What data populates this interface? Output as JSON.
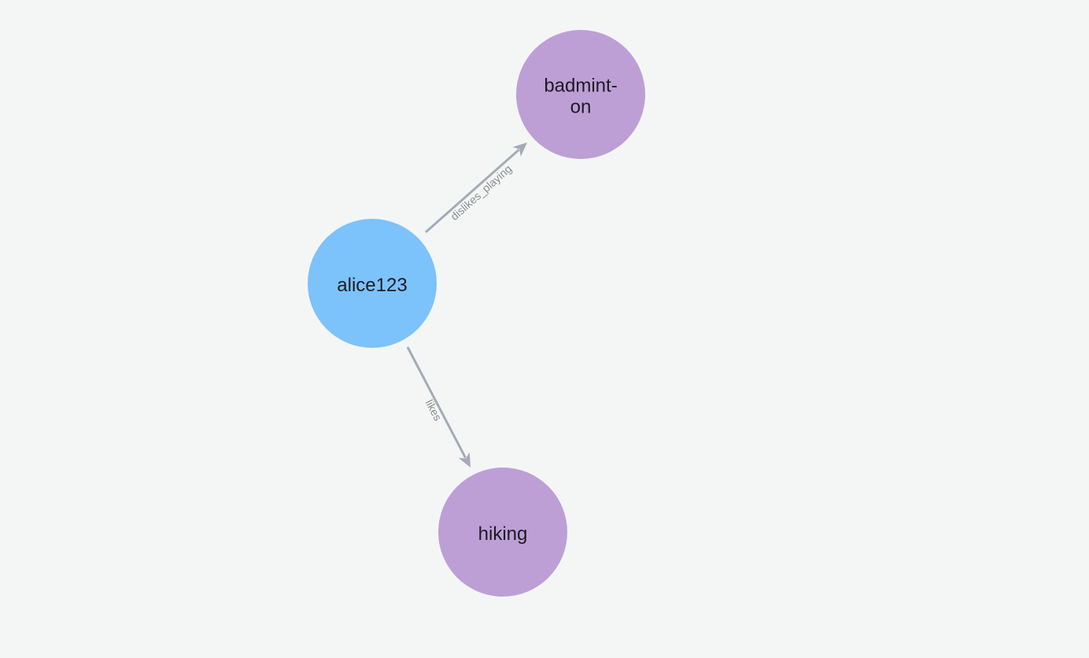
{
  "graph": {
    "nodes": [
      {
        "id": "alice123",
        "label": "alice123",
        "lines": [
          "alice123"
        ],
        "color": "#7cc2fb",
        "kind": "user"
      },
      {
        "id": "badminton",
        "label": "badmint-on",
        "lines": [
          "badmint-",
          "on"
        ],
        "color": "#bd9fd6",
        "kind": "activity"
      },
      {
        "id": "hiking",
        "label": "hiking",
        "lines": [
          "hiking"
        ],
        "color": "#bd9fd6",
        "kind": "activity"
      }
    ],
    "edges": [
      {
        "from": "alice123",
        "to": "badminton",
        "label": "dislikes_playing"
      },
      {
        "from": "alice123",
        "to": "hiking",
        "label": "likes"
      }
    ]
  },
  "colors": {
    "background": "#f4f6f6",
    "edge": "#a5abb6",
    "edge_label": "#8a8d91",
    "node_text": "#1c1b22"
  }
}
